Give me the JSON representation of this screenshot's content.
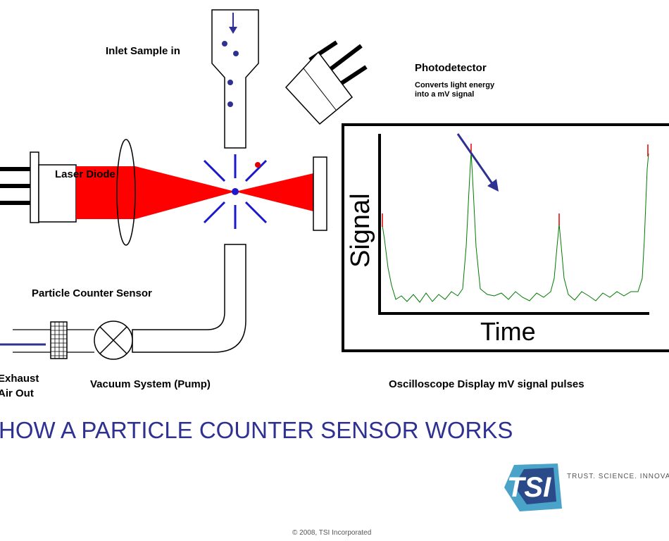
{
  "labels": {
    "inlet": "Inlet Sample in",
    "photodetector": "Photodetector",
    "photodetector_desc_1": "Converts light energy",
    "photodetector_desc_2": "into a mV signal",
    "laser_diode": "Laser Diode",
    "particle_counter_sensor": "Particle Counter Sensor",
    "exhaust_1": "Exhaust",
    "exhaust_2": "Air Out",
    "vacuum": "Vacuum System (Pump)",
    "oscilloscope": "Oscilloscope Display mV signal pulses",
    "axis_signal": "Signal",
    "axis_time": "Time"
  },
  "title": "HOW A PARTICLE COUNTER SENSOR WORKS",
  "logo": {
    "text": "TSI",
    "tagline": "TRUST.  SCIENCE.  INNOVATIO",
    "colors": [
      "#2a4a8a",
      "#4aa3c8"
    ]
  },
  "copyright": "© 2008, TSI Incorporated",
  "colors": {
    "laser": "#ff0000",
    "scatter": "#1a1acc",
    "trace": "#007a00",
    "peak": "#e00000",
    "title": "#2e3192"
  }
}
